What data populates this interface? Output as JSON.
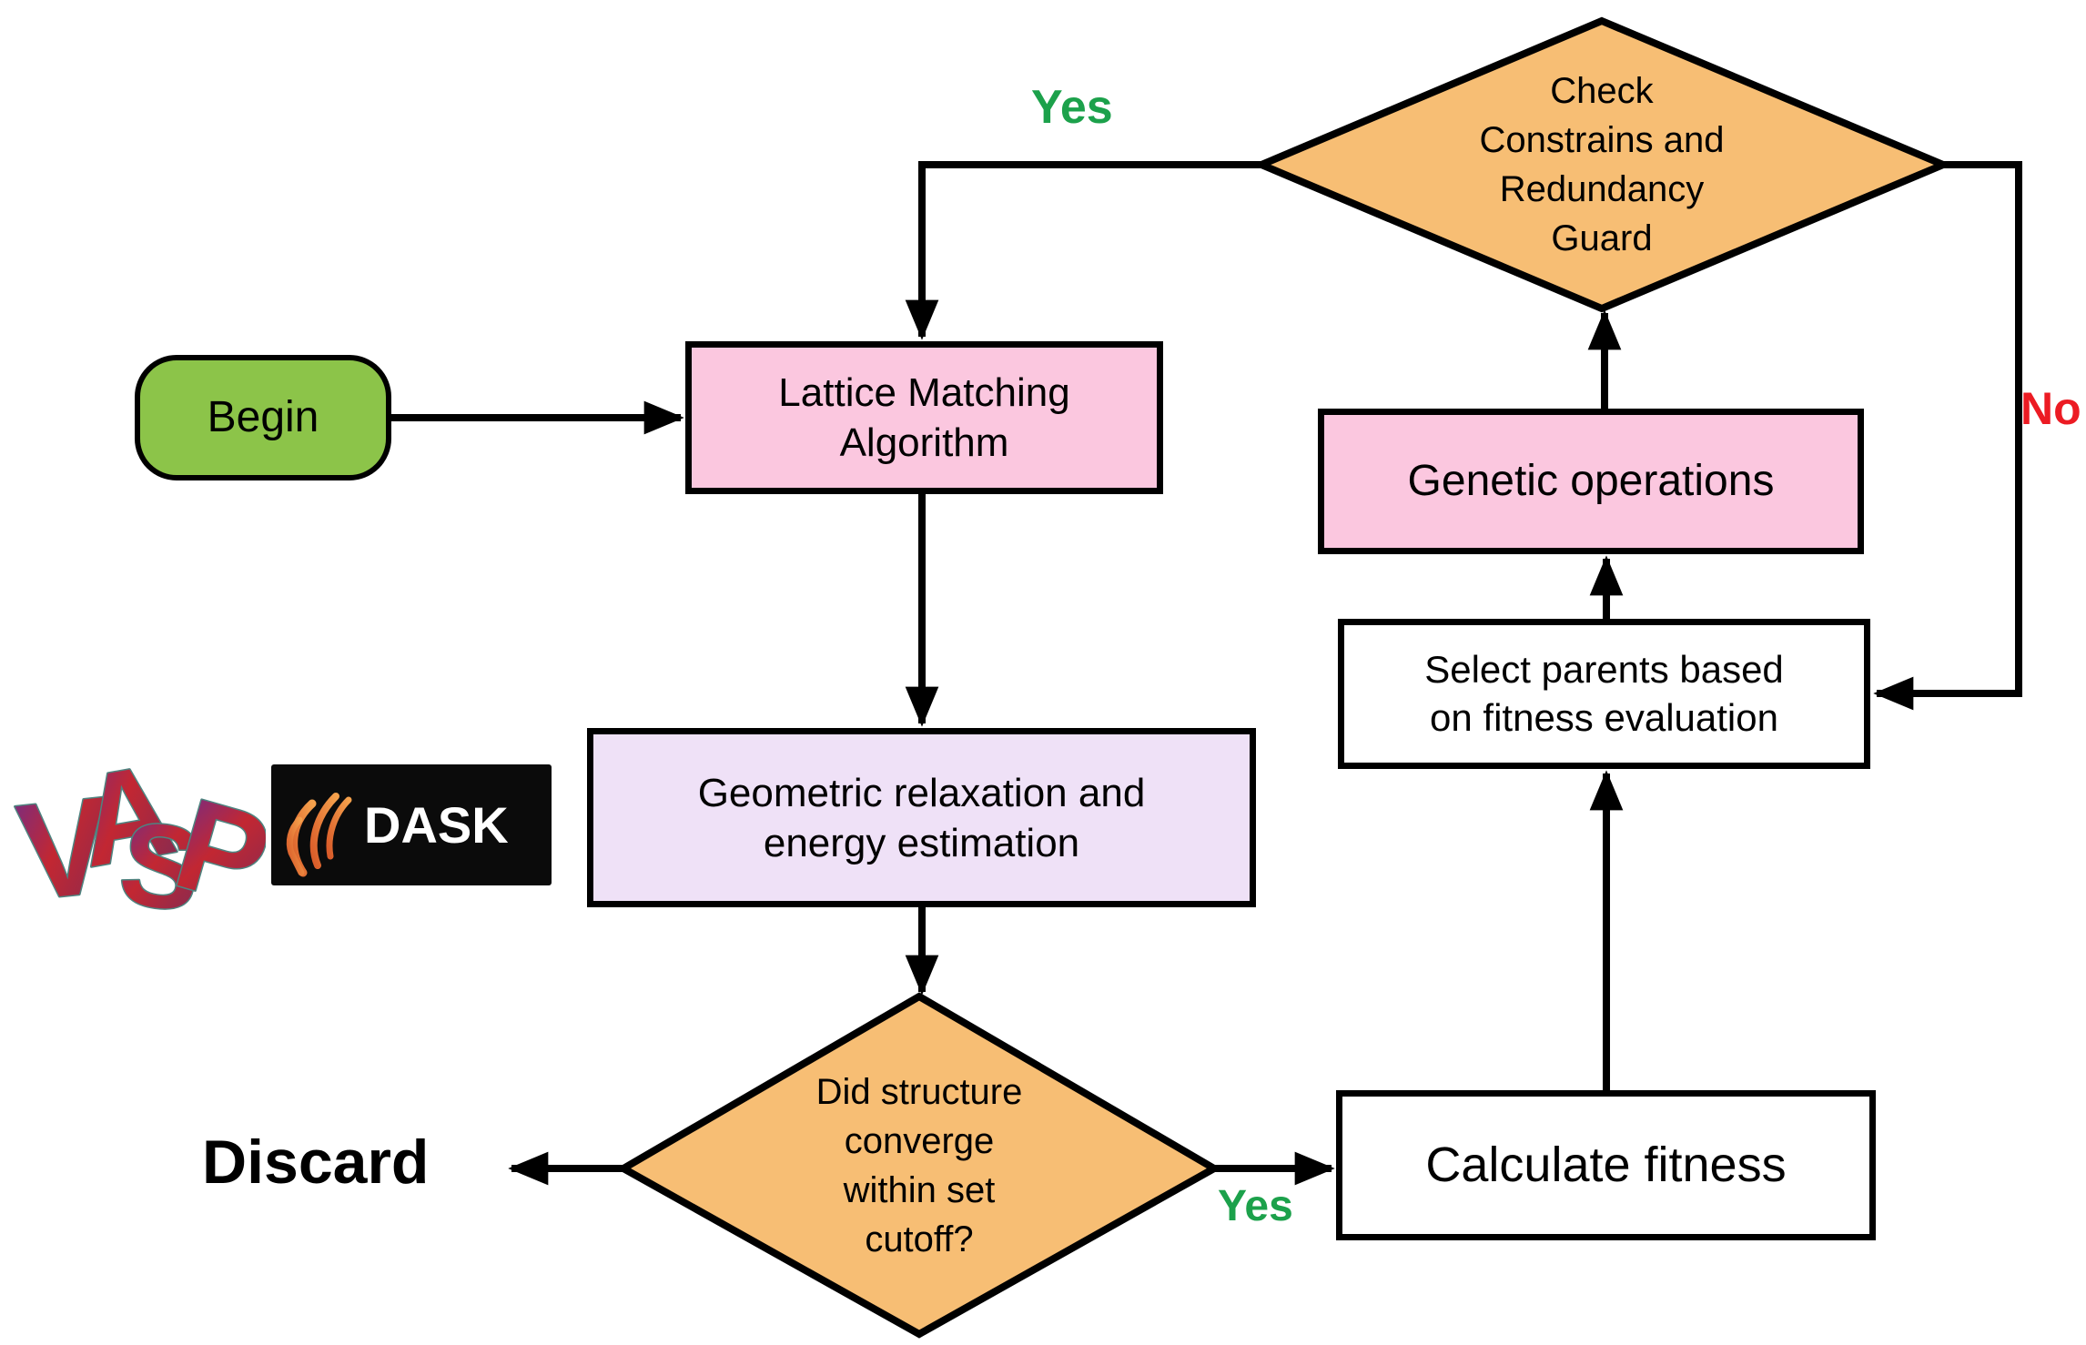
{
  "diagram": {
    "nodes": {
      "begin": {
        "label": "Begin"
      },
      "lattice": {
        "label": "Lattice Matching\nAlgorithm"
      },
      "geometric": {
        "label": "Geometric relaxation and\nenergy estimation"
      },
      "converge_decision": {
        "label": "Did structure\nconverge\nwithin set\ncutoff?"
      },
      "calculate": {
        "label": "Calculate fitness"
      },
      "select": {
        "label": "Select parents based\non fitness evaluation"
      },
      "genetic": {
        "label": "Genetic operations"
      },
      "check_decision": {
        "label": "Check\nConstrains and\nRedundancy\nGuard"
      }
    },
    "edge_labels": {
      "yes_top": "Yes",
      "yes_bottom": "Yes",
      "no": "No",
      "discard": "Discard"
    },
    "logos": {
      "vasp_letters": [
        "V",
        "A",
        "S",
        "P"
      ],
      "dask": "DASK"
    },
    "colors": {
      "diamond-fill": "#F7BE74",
      "pink-fill": "#FBC7DF",
      "lavender-fill": "#EFE1F7",
      "green-fill": "#8CC449",
      "yes-green": "#1CA14B",
      "no-red": "#EC1B23",
      "stroke": "#000000",
      "dask-bg": "#0B0B0B"
    }
  }
}
